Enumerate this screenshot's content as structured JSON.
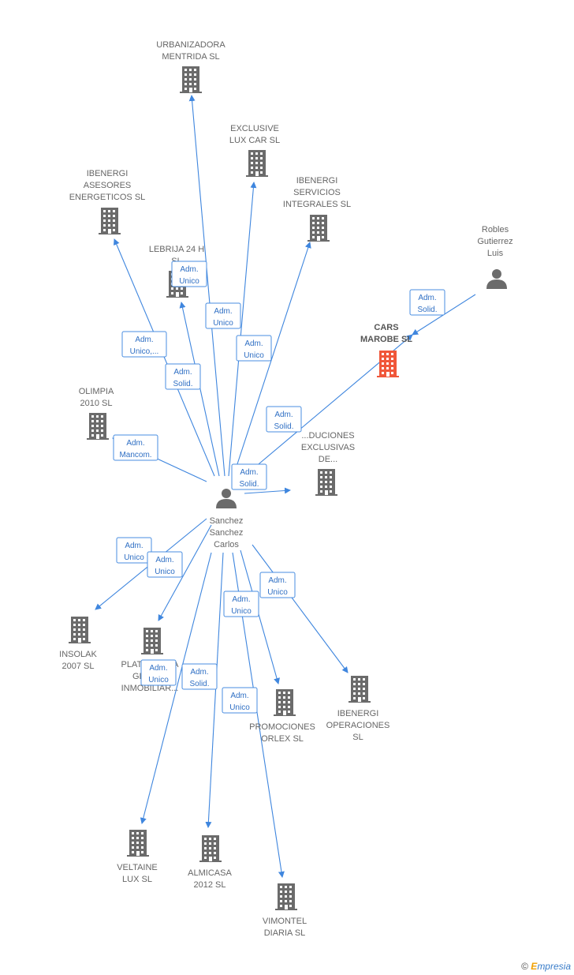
{
  "colors": {
    "edge": "#3f86de",
    "building": "#6b6b6b",
    "building_highlight": "#f0573a",
    "person": "#6b6b6b"
  },
  "nodes": [
    {
      "id": "urbanizadora",
      "type": "company",
      "lines": [
        "URBANIZADORA",
        "MENTRIDA SL"
      ]
    },
    {
      "id": "exclusive",
      "type": "company",
      "lines": [
        "EXCLUSIVE",
        "LUX CAR  SL"
      ]
    },
    {
      "id": "ibenergi_ase",
      "type": "company",
      "lines": [
        "IBENERGI",
        "ASESORES",
        "ENERGETICOS SL"
      ]
    },
    {
      "id": "ibenergi_serv",
      "type": "company",
      "lines": [
        "IBENERGI",
        "SERVICIOS",
        "INTEGRALES  SL"
      ]
    },
    {
      "id": "lebrija",
      "type": "company",
      "lines": [
        "LEBRIJA 24 H",
        "SL"
      ]
    },
    {
      "id": "robles",
      "type": "person",
      "lines": [
        "Robles",
        "Gutierrez",
        "Luis"
      ]
    },
    {
      "id": "cars",
      "type": "company",
      "main": true,
      "lines": [
        "CARS",
        "MAROBE SL"
      ]
    },
    {
      "id": "olimpia",
      "type": "company",
      "lines": [
        "OLIMPIA",
        "2010 SL"
      ]
    },
    {
      "id": "producciones",
      "type": "company",
      "lines": [
        "...DUCIONES",
        "EXCLUSIVAS",
        "DE..."
      ]
    },
    {
      "id": "sanchez",
      "type": "person",
      "lines": [
        "Sanchez",
        "Sanchez",
        "Carlos"
      ]
    },
    {
      "id": "insolak",
      "type": "company",
      "lines": [
        "INSOLAK",
        "2007 SL"
      ]
    },
    {
      "id": "plataforma",
      "type": "company",
      "lines": [
        "PLATAFORMA",
        "GLOBAL",
        "INMOBILIAR..."
      ]
    },
    {
      "id": "promociones",
      "type": "company",
      "lines": [
        "PROMOCIONES",
        "ORLEX SL"
      ]
    },
    {
      "id": "ibenergi_op",
      "type": "company",
      "lines": [
        "IBENERGI",
        "OPERACIONES",
        "SL"
      ]
    },
    {
      "id": "veltaine",
      "type": "company",
      "lines": [
        "VELTAINE",
        "LUX SL"
      ]
    },
    {
      "id": "almicasa",
      "type": "company",
      "lines": [
        "ALMICASA",
        "2012 SL"
      ]
    },
    {
      "id": "vimontel",
      "type": "company",
      "lines": [
        "VIMONTEL",
        "DIARIA SL"
      ]
    }
  ],
  "edges": [
    {
      "from": "sanchez",
      "to": "urbanizadora",
      "role": [
        "Adm.",
        "Unico"
      ]
    },
    {
      "from": "sanchez",
      "to": "exclusive",
      "role": [
        "Adm.",
        "Unico"
      ]
    },
    {
      "from": "sanchez",
      "to": "ibenergi_ase",
      "role": [
        "Adm.",
        "Unico,..."
      ]
    },
    {
      "from": "sanchez",
      "to": "ibenergi_serv",
      "role": [
        "Adm.",
        "Unico"
      ]
    },
    {
      "from": "sanchez",
      "to": "lebrija",
      "role": [
        "Adm.",
        "Solid."
      ]
    },
    {
      "from": "robles",
      "to": "cars",
      "role": [
        "Adm.",
        "Solid."
      ]
    },
    {
      "from": "sanchez",
      "to": "cars",
      "role": [
        "Adm.",
        "Solid."
      ]
    },
    {
      "from": "sanchez",
      "to": "olimpia",
      "role": [
        "Adm.",
        "Mancom."
      ]
    },
    {
      "from": "sanchez",
      "to": "producciones",
      "role": [
        "Adm.",
        "Solid."
      ]
    },
    {
      "from": "sanchez",
      "to": "insolak",
      "role": [
        "Adm.",
        "Unico"
      ]
    },
    {
      "from": "sanchez",
      "to": "plataforma",
      "role": [
        "Adm.",
        "Unico"
      ]
    },
    {
      "from": "sanchez",
      "to": "promociones",
      "role": [
        "Adm.",
        "Unico"
      ]
    },
    {
      "from": "sanchez",
      "to": "ibenergi_op",
      "role": [
        "Adm.",
        "Unico"
      ]
    },
    {
      "from": "sanchez",
      "to": "veltaine",
      "role": [
        "Adm.",
        "Unico"
      ]
    },
    {
      "from": "sanchez",
      "to": "almicasa",
      "role": [
        "Adm.",
        "Solid."
      ]
    },
    {
      "from": "sanchez",
      "to": "vimontel",
      "role": [
        "Adm.",
        "Unico"
      ]
    }
  ],
  "footer": {
    "copyright": "©",
    "brand_initial": "E",
    "brand_rest": "mpresia"
  }
}
